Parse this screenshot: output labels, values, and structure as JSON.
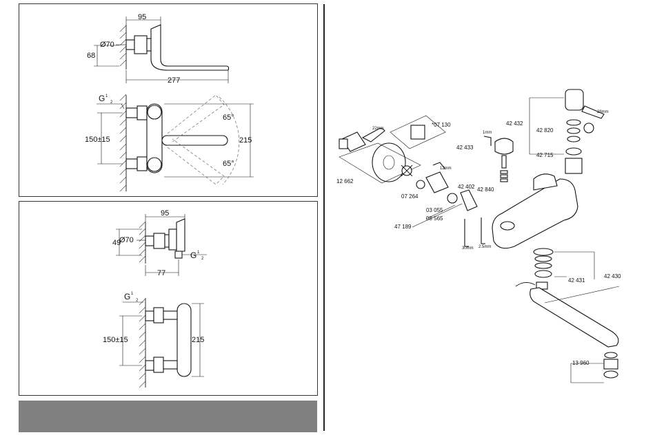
{
  "top_drawing": {
    "dim_95": "95",
    "dim_dia70": "Ø70",
    "dim_68": "68",
    "dim_277": "277",
    "thread": "G",
    "thread_num": "1",
    "thread_den": "2",
    "dim_150": "150±15",
    "dim_215": "215",
    "angle_upper": "65°",
    "angle_lower": "65°"
  },
  "mid_drawing": {
    "dim_95": "95",
    "dim_dia70": "Ø70",
    "dim_49": "49",
    "thread": "G",
    "thread_num": "1",
    "thread_den": "2",
    "dim_77": "77",
    "thread2": "G",
    "thread2_num": "1",
    "thread2_den": "2",
    "dim_150": "150±15",
    "dim_215": "215"
  },
  "exploded_view": {
    "parts": [
      "*07 130",
      "42 433",
      "12 662",
      "07 264",
      "03 055",
      "08 565",
      "47 189",
      "42 402",
      "42 840",
      "42 432",
      "42 820",
      "42 715",
      "42 431",
      "42 430",
      "13 960"
    ],
    "tool_sizes": [
      "22mm",
      "1mm",
      "12mm",
      "28mm",
      "30mm",
      "2.5mm"
    ]
  }
}
